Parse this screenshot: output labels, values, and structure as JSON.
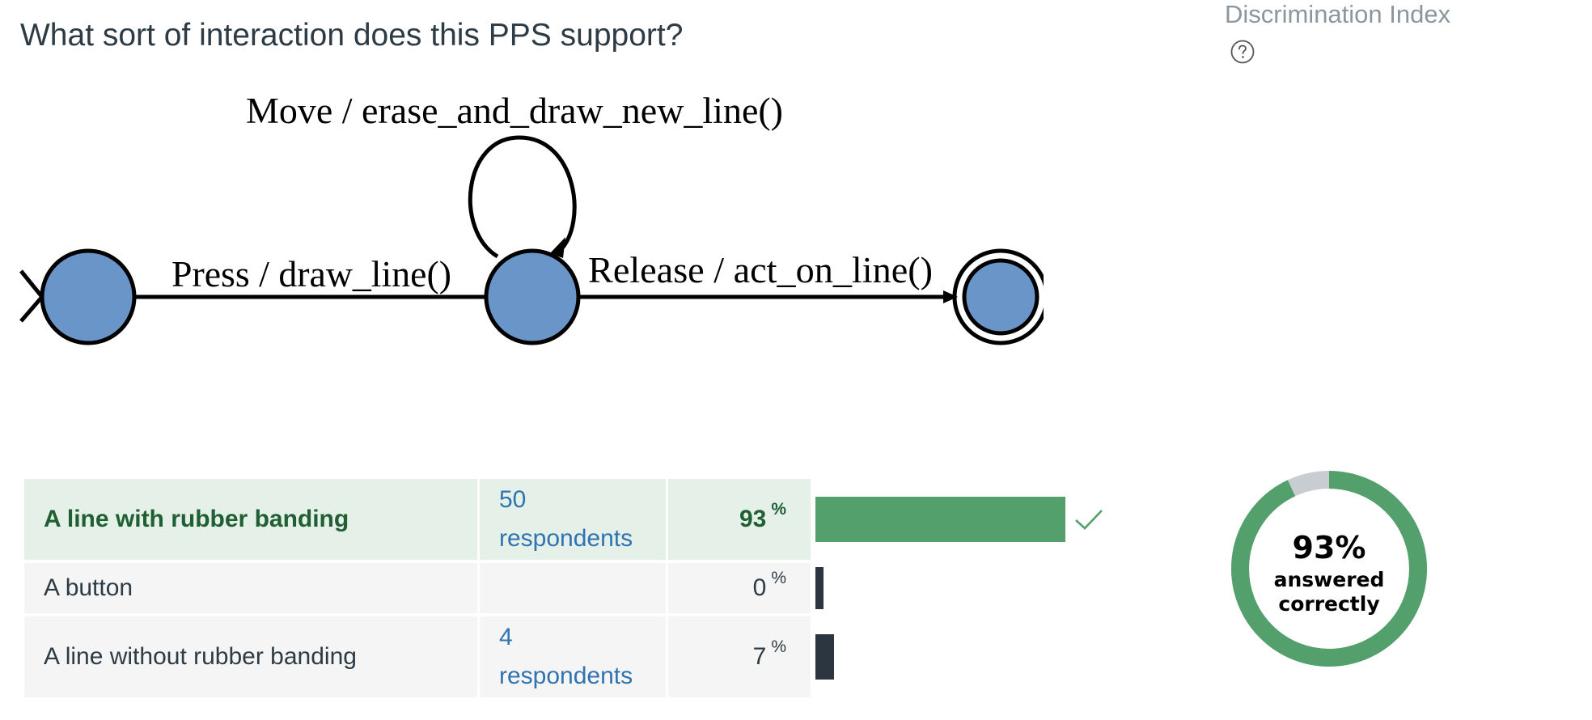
{
  "question": {
    "text": "What sort of interaction does this PPS support?"
  },
  "diagram": {
    "loop_label": "Move / erase_and_draw_new_line()",
    "press_label": "Press / draw_line()",
    "release_label": "Release / act_on_line()",
    "state_fill": "#6a95c8"
  },
  "discrimination": {
    "label": "Discrimination Index"
  },
  "answers": [
    {
      "label": "A line with rubber banding",
      "respondents_count": "50",
      "respondents_word": "respondents",
      "percent": "93",
      "percent_sign": "%",
      "share": 0.93,
      "correct": true
    },
    {
      "label": "A button",
      "respondents_count": "",
      "respondents_word": "",
      "percent": "0",
      "percent_sign": "%",
      "share": 0.0,
      "correct": false
    },
    {
      "label": "A line without rubber banding",
      "respondents_count": "4",
      "respondents_word": "respondents",
      "percent": "7",
      "percent_sign": "%",
      "share": 0.07,
      "correct": false
    }
  ],
  "summary": {
    "percent_correct_text": "93%",
    "caption_line1": "answered",
    "caption_line2": "correctly",
    "share_correct": 0.93
  },
  "colors": {
    "correct_green": "#54a06c",
    "correct_text": "#1f5f33",
    "incorrect_bar": "#2d3540",
    "link_blue": "#2f73b1",
    "donut_remainder": "#c7cdd1"
  }
}
